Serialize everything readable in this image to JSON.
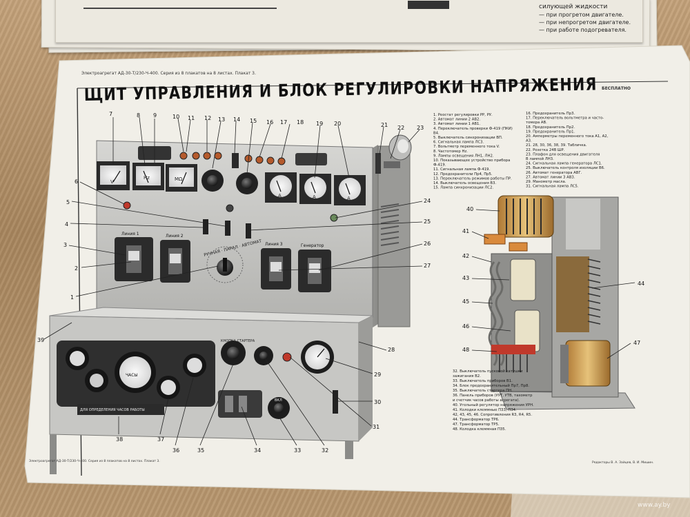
{
  "poster": {
    "series": "Электроагрегат АД-30-Т/230-Ч-400. Серия из 8 плакатов на 8 листах. Плакат 3.",
    "title": "ЩИТ УПРАВЛЕНИЯ И БЛОК РЕГУЛИРОВКИ НАПРЯЖЕНИЯ",
    "stamp": "БЕСПЛАТНО",
    "top_sheet_label": "силующей жидкости",
    "top_sheet_items": [
      "— при прогретом двигателе.",
      "— при непрогретом двигателе.",
      "— при работе подогревателя."
    ],
    "footer_left": "Электроагрегат АД-30-Т/230-Ч-400. Серия из 8 плакатов на 8 листах. Плакат 3.",
    "footer_right": "Редакторы В. А. Зайцев, В. И. Мишин.",
    "watermark": "www.ay.by"
  },
  "panel": {
    "gauge_v": "V",
    "gauge_hz": "Hz",
    "gauge_mohm": "MΩ",
    "gauge_a": "A",
    "switch_line1": "Линия 1",
    "switch_line2": "Линия 2",
    "switch_line3": "Линия 3",
    "switch_generator": "Генератор",
    "dial_labels": "РУЧНАЯ · ПАРАЛ · АВТОМАТ",
    "starter_button": "КНОПКА СТАРТЕРА",
    "vkl_label": "ВКЛ",
    "plate_hours": "ДЛЯ ОПРЕДЕЛЕНИЯ ЧАСОВ РАБОТЫ",
    "tach_label": "ЧАСЫ"
  },
  "callouts": [
    "1",
    "2",
    "3",
    "4",
    "5",
    "6",
    "7",
    "8",
    "9",
    "10",
    "11",
    "12",
    "13",
    "14",
    "15",
    "16",
    "17",
    "18",
    "19",
    "20",
    "21",
    "22",
    "23",
    "24",
    "25",
    "26",
    "27",
    "28",
    "29",
    "30",
    "31",
    "32",
    "33",
    "34",
    "35",
    "36",
    "37",
    "38",
    "39",
    "40",
    "41",
    "42",
    "43",
    "44",
    "45",
    "46",
    "47",
    "48"
  ],
  "legend_col1": [
    "1. Реостат регулировки РР, РУ.",
    "2. Автомат линии 2 АВ2.",
    "3. Автомат линии 1 АВ1.",
    "4. Переключатель проверки Ф-419 (ПКИ)",
    "   В4.",
    "5. Выключатель синхронизации ВП.",
    "6. Сигнальная лампа ЛС3.",
    "7. Вольтметр переменного тока V.",
    "8. Частотомер Hz.",
    "9. Лампы освещения ЛН1, ЛН2.",
    "10. Показывающее устройство прибора",
    "   Ф-419.",
    "11. Сигнальная лампа Ф-419.",
    "12. Предохранители Пр4, Пр5.",
    "13. Переключатель режимов работы ПР.",
    "14. Выключатель освещения В3.",
    "15. Лампа синхронизации ЛС2."
  ],
  "legend_col2": [
    "16. Предохранитель Пр3.",
    "17. Переключатель вольтметра и часто-",
    "   томера АВ.",
    "18. Предохранитель Пр2.",
    "19. Предохранитель Пр1.",
    "20. Амперметры переменного тока А1, А2,",
    "   А3.",
    "21. 28, 30, 36, 38, 39. Табличка.",
    "22. Розетка 24В ШР.",
    "23. Плафон для освещения двигателя",
    "   В лампой ЛН3.",
    "24. Сигнальная лампа генератора ЛС1.",
    "25. Выключатель контроля изоляции В6.",
    "26. Автомат генератора АВГ.",
    "27. Автомат линии 3 АВ3.",
    "29. Манометр масла.",
    "31. Сигнальная лампа ЛС5."
  ],
  "legend_col3": [
    "32. Выключатель пусковой катушки",
    "   зажигания В2.",
    "33. Выключатель приборов В1.",
    "34. Блок предохранительный Пр7, Пр8.",
    "35. Выключатель стартера ПН.",
    "36. Панель приборов (УУТ, УТВ, тахометр",
    "   и счетчик часов работы агрегата).",
    "40. Угольный регулятор напряжения УРН.",
    "41. Колодки клеммные П33, П34.",
    "42, 43, 45, 46. Сопротивления R3, R4, R5.",
    "44. Трансформатор ТР6.",
    "47. Трансформатор ТР5.",
    "48. Колодка клеммная П35."
  ],
  "colors": {
    "paper": "#f1efe8",
    "panel": "#c9c9c6",
    "panel_dark": "#8f8f8c",
    "accent_red": "#c0392b",
    "regulator_orange": "#d98a3c"
  }
}
